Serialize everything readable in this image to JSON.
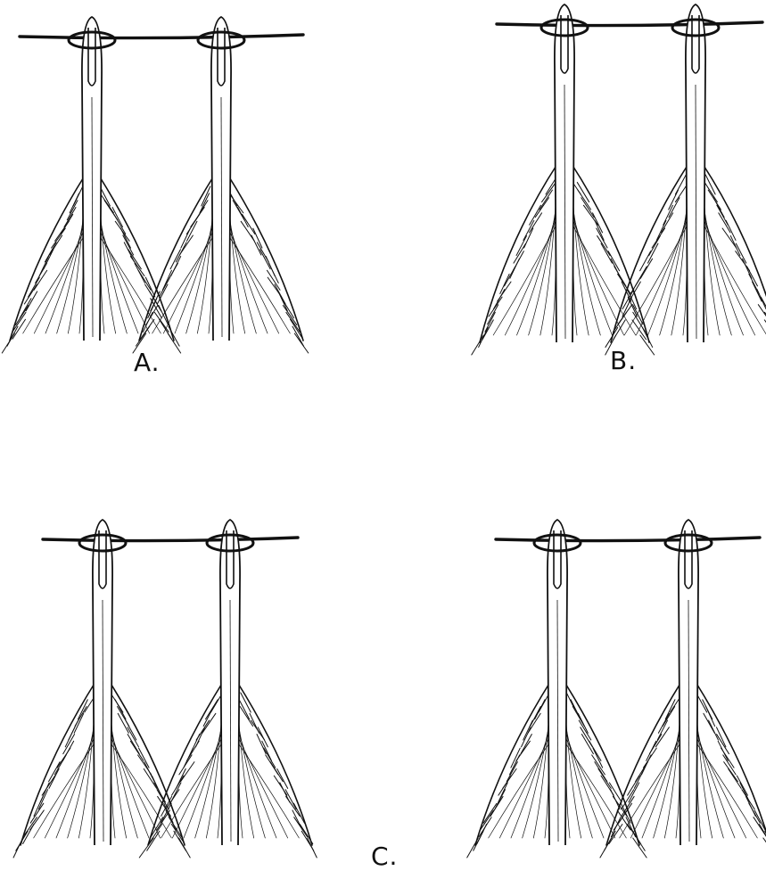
{
  "figure": {
    "labels": {
      "a": "A.",
      "b": "B.",
      "c": "C."
    },
    "ink_color": "#111111",
    "paper_color": "#ffffff",
    "panels": [
      {
        "id": "panel-a",
        "feathers": 2
      },
      {
        "id": "panel-b",
        "feathers": 2
      },
      {
        "id": "panel-c-left",
        "feathers": 2
      },
      {
        "id": "panel-c-right",
        "feathers": 2
      }
    ]
  }
}
